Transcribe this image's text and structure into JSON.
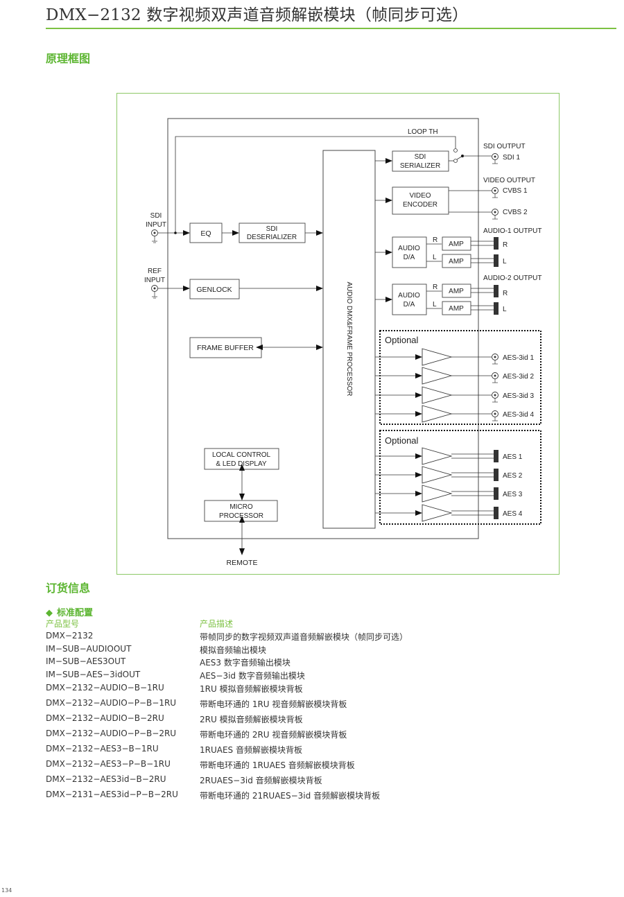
{
  "header": {
    "title": "DMX−2132 数字视频双声道音频解嵌模块（帧同步可选）"
  },
  "sections": {
    "block_diagram": "原理框图",
    "ordering": "订货信息",
    "standard_config": "标准配置"
  },
  "diagram": {
    "loop_thru": "LOOP TH",
    "sdi_input": [
      "SDI",
      "INPUT"
    ],
    "ref_input": [
      "REF",
      "INPUT"
    ],
    "eq": "EQ",
    "sdi_deserializer": [
      "SDI",
      "DESERIALIZER"
    ],
    "genlock": "GENLOCK",
    "frame_buffer": "FRAME BUFFER",
    "local_control": [
      "LOCAL CONTROL",
      "& LED DISPLAY"
    ],
    "micro_processor": [
      "MICRO",
      "PROCESSOR"
    ],
    "remote": "REMOTE",
    "processor": "AUDIO DMX&FRAME PROCESSOR",
    "sdi_serializer": [
      "SDI",
      "SERIALIZER"
    ],
    "video_encoder": [
      "VIDEO",
      "ENCODER"
    ],
    "audio_da": [
      "AUDIO",
      "D/A"
    ],
    "amp": "AMP",
    "r": "R",
    "l": "L",
    "sdi_output_label": "SDI OUTPUT",
    "sdi1": "SDI 1",
    "video_output_label": "VIDEO OUTPUT",
    "cvbs1": "CVBS 1",
    "cvbs2": "CVBS 2",
    "audio1_output_label": "AUDIO-1 OUTPUT",
    "audio2_output_label": "AUDIO-2 OUTPUT",
    "optional": "Optional",
    "aes3id": [
      "AES-3id 1",
      "AES-3id 2",
      "AES-3id 3",
      "AES-3id 4"
    ],
    "aes": [
      "AES 1",
      "AES 2",
      "AES 3",
      "AES 4"
    ]
  },
  "ordering": {
    "col_model": "产品型号",
    "col_desc": "产品描述",
    "rows": [
      {
        "model": "DMX−2132",
        "desc": "带帧同步的数字视频双声道音频解嵌模块（帧同步可选）"
      },
      {
        "model": "IM−SUB−AUDIOOUT",
        "desc": "模拟音频输出模块"
      },
      {
        "model": "IM−SUB−AES3OUT",
        "desc": "AES3 数字音频输出模块"
      },
      {
        "model": "IM−SUB−AES−3idOUT",
        "desc": "AES−3id 数字音频输出模块"
      },
      {
        "model": "DMX−2132−AUDIO−B−1RU",
        "desc": "1RU 模拟音频解嵌模块背板"
      },
      {
        "model": "DMX−2132−AUDIO−P−B−1RU",
        "desc": "带断电环通的 1RU 视音频解嵌模块背板"
      },
      {
        "model": "DMX−2132−AUDIO−B−2RU",
        "desc": "2RU 模拟音频解嵌模块背板"
      },
      {
        "model": "DMX−2132−AUDIO−P−B−2RU",
        "desc": "带断电环通的 2RU 视音频解嵌模块背板"
      },
      {
        "model": "DMX−2132−AES3−B−1RU",
        "desc": "1RUAES 音频解嵌模块背板"
      },
      {
        "model": "DMX−2132−AES3−P−B−1RU",
        "desc": "带断电环通的 1RUAES 音频解嵌模块背板"
      },
      {
        "model": "DMX−2132−AES3id−B−2RU",
        "desc": "2RUAES−3id 音频解嵌模块背板"
      },
      {
        "model": "DMX−2131−AES3id−P−B−2RU",
        "desc": "带断电环通的 21RUAES−3id 音频解嵌模块背板"
      }
    ]
  },
  "footer": {
    "page_number": "134"
  }
}
